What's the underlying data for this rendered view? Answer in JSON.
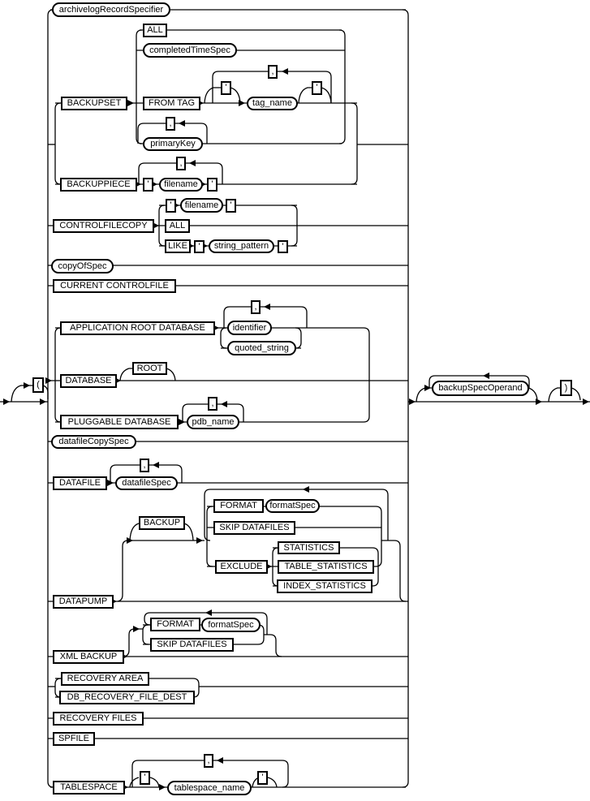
{
  "diagram": {
    "kind": "railroad-syntax-diagram",
    "keywords": {
      "all": "ALL",
      "backupset": "BACKUPSET",
      "from_tag": "FROM TAG",
      "backuppiece": "BACKUPPIECE",
      "controlfilecopy": "CONTROLFILECOPY",
      "like": "LIKE",
      "current_controlfile": "CURRENT CONTROLFILE",
      "application_root_database": "APPLICATION ROOT DATABASE",
      "database": "DATABASE",
      "root": "ROOT",
      "pluggable_database": "PLUGGABLE DATABASE",
      "datafile": "DATAFILE",
      "backup": "BACKUP",
      "format": "FORMAT",
      "skip_datafiles": "SKIP DATAFILES",
      "exclude": "EXCLUDE",
      "statistics": "STATISTICS",
      "table_statistics": "TABLE_STATISTICS",
      "index_statistics": "INDEX_STATISTICS",
      "datapump": "DATAPUMP",
      "xml_backup": "XML BACKUP",
      "recovery_area": "RECOVERY AREA",
      "db_recovery_file_dest": "DB_RECOVERY_FILE_DEST",
      "recovery_files": "RECOVERY FILES",
      "spfile": "SPFILE",
      "tablespace": "TABLESPACE"
    },
    "nonterminals": {
      "archivelog_record_specifier": "archivelogRecordSpecifier",
      "completed_time_spec": "completedTimeSpec",
      "tag_name": "tag_name",
      "primary_key": "primaryKey",
      "filename": "filename",
      "string_pattern": "string_pattern",
      "copy_of_spec": "copyOfSpec",
      "identifier": "identifier",
      "quoted_string": "quoted_string",
      "pdb_name": "pdb_name",
      "datafile_copy_spec": "datafileCopySpec",
      "datafile_spec": "datafileSpec",
      "format_spec": "formatSpec",
      "tablespace_name": "tablespace_name",
      "backup_spec_operand": "backupSpecOperand"
    },
    "punct": {
      "comma": ",",
      "quote": "'",
      "lparen": "(",
      "rparen": ")"
    },
    "colors": {
      "line": "#000000",
      "background": "#ffffff"
    }
  }
}
